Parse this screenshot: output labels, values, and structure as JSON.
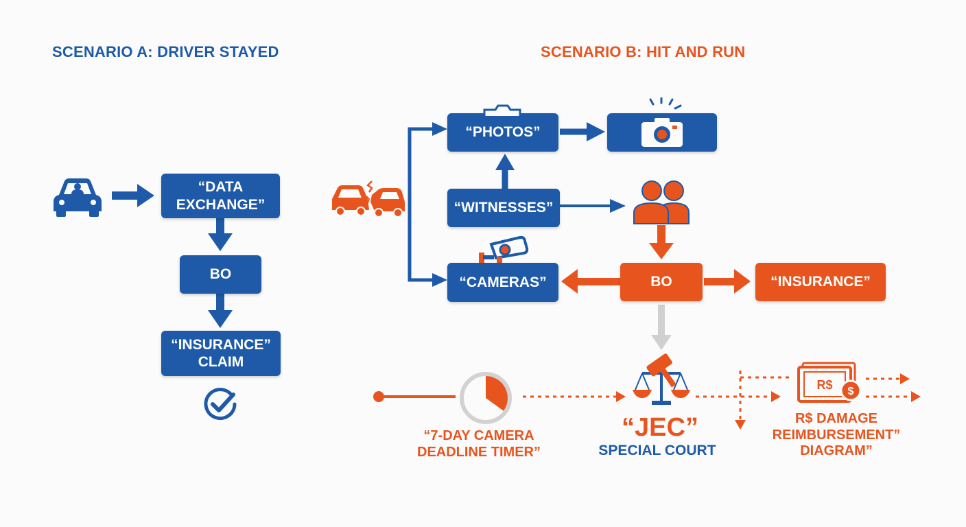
{
  "colors": {
    "blue": "#1e5aa8",
    "orange": "#e8541e",
    "gray": "#cfcfcf"
  },
  "scenario_a": {
    "title": "SCENARIO A: DRIVER STAYED",
    "data_exchange_line1": "“DATA",
    "data_exchange_line2": "EXCHANGE”",
    "bo": "BO",
    "insurance_line1": "“INSURANCE”",
    "insurance_line2": "CLAIM"
  },
  "scenario_b": {
    "title": "SCENARIO B: HIT AND RUN",
    "photos": "“PHOTOS”",
    "witnesses": "“WITNESSES”",
    "cameras": "“CAMERAS”",
    "bo": "BO",
    "insurance": "“INSURANCE”",
    "timer_line1": "“7-DAY CAMERA",
    "timer_line2": "DEADLINE TIMER”",
    "jec": "“JEC”",
    "special_court": "SPECIAL COURT",
    "damage_line1": "R$ DAMAGE",
    "damage_line2": "REIMBURSEMENT”",
    "damage_line3": "DIAGRAM”",
    "money_symbol": "R$",
    "timer_progress": 0.35
  },
  "icons": [
    "car-icon",
    "car-crash-icon",
    "camera-icon",
    "people-icon",
    "cctv-camera-icon",
    "checkmark-circle-icon",
    "timer-icon",
    "gavel-scales-icon",
    "money-icon"
  ]
}
